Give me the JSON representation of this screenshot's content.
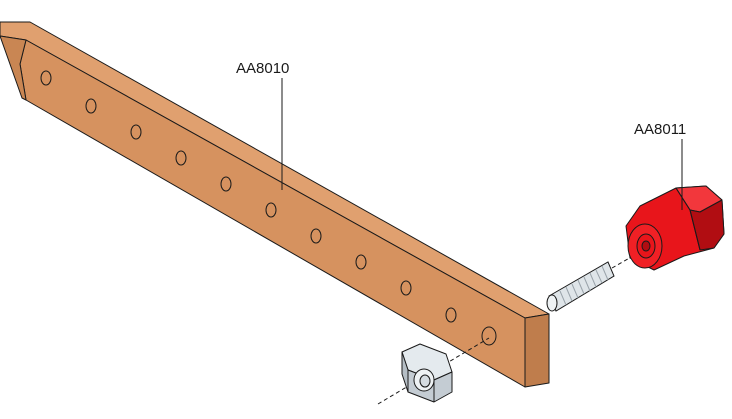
{
  "diagram": {
    "parts": [
      {
        "id": "copper-busbar",
        "label": "AA8010"
      },
      {
        "id": "red-insulator-cap",
        "label": "AA8011"
      }
    ],
    "colors": {
      "busbar_top": "#e0a06f",
      "busbar_front": "#d6925f",
      "busbar_end": "#bf7d4c",
      "insulator_red": "#e8151b",
      "insulator_dark": "#b10d12",
      "metal_light": "#e4eaee",
      "metal_mid": "#c4ccd3",
      "outline": "#1a1a1a"
    }
  }
}
